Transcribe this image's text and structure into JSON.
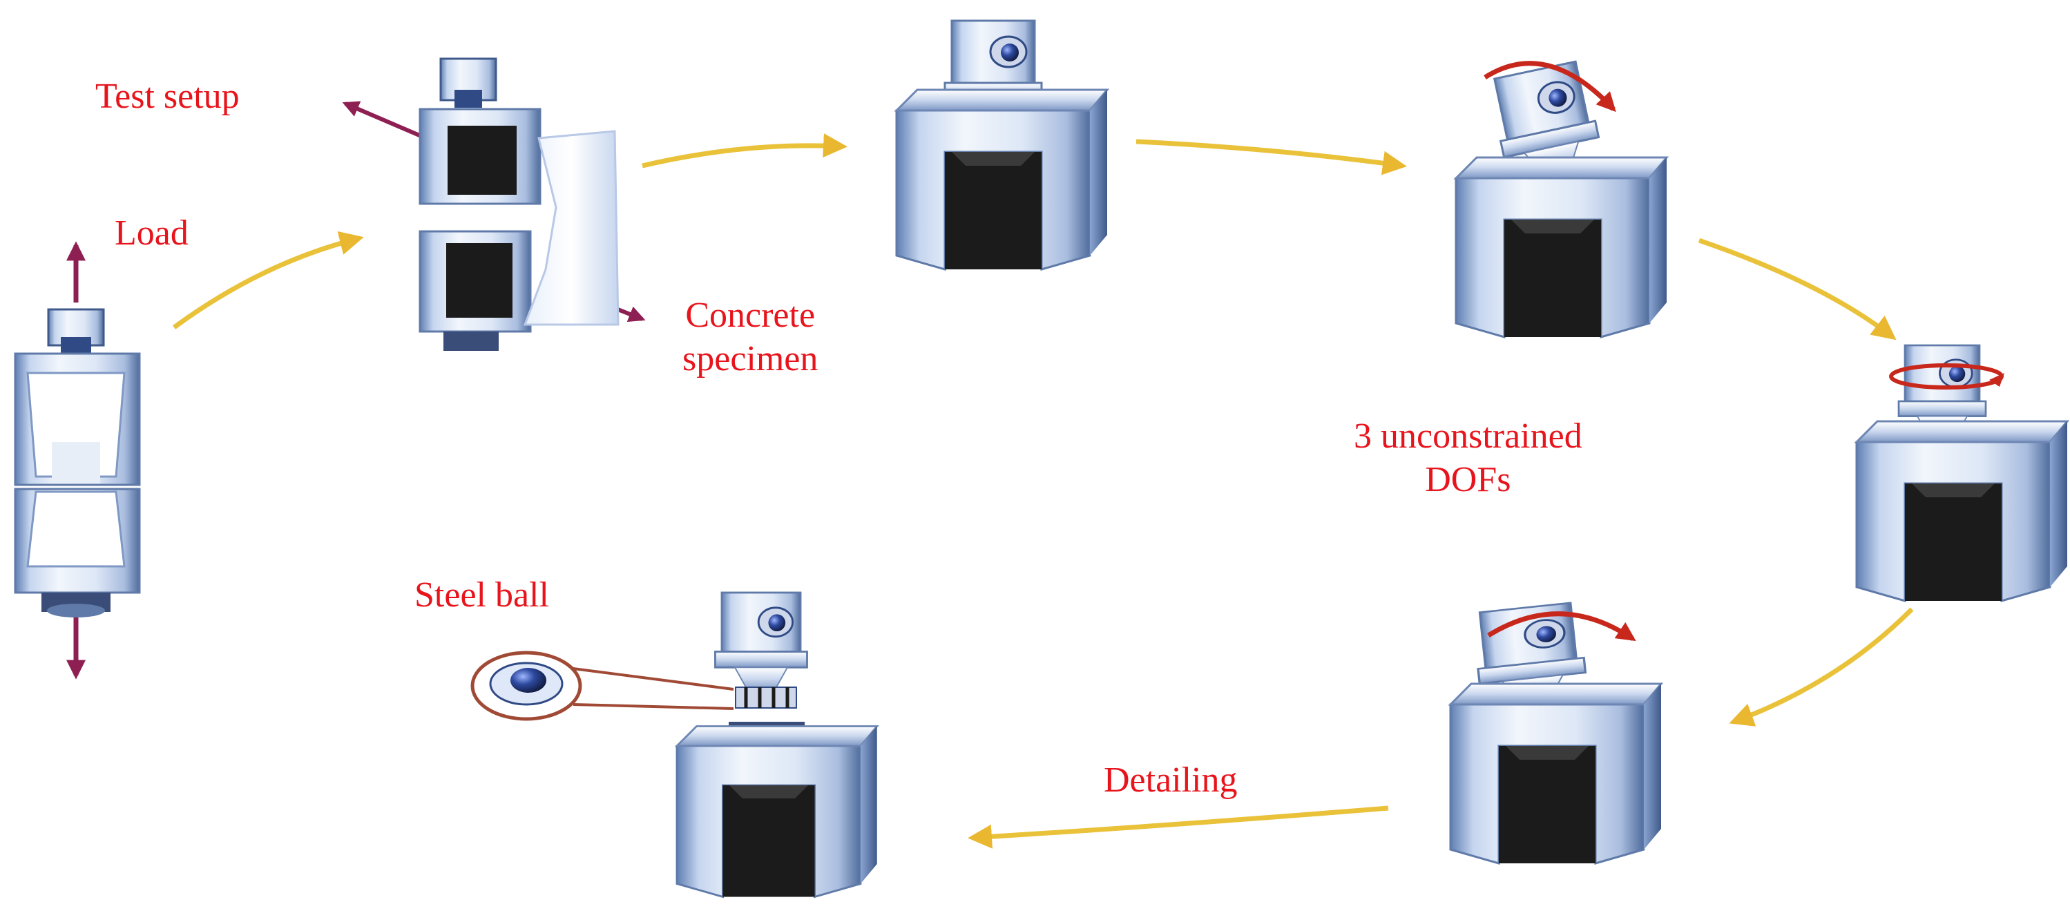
{
  "labels": {
    "test_setup": "Test setup",
    "load": "Load",
    "concrete_line1": "Concrete",
    "concrete_line2": "specimen",
    "dofs_line1": "3 unconstrained",
    "dofs_line2": "DOFs",
    "steel_ball": "Steel ball",
    "detailing": "Detailing"
  },
  "colors": {
    "label_text": "#e8141c",
    "flow_arrow": "#e9c23a",
    "load_arrow": "#8e1f52",
    "rotation_arrow": "#c8281c",
    "steel_light": "#dfe8f8",
    "steel_mid": "#9fb3d8",
    "steel_dark": "#4f6c9c",
    "opening": "#1b1b1b",
    "ball": "#2a3f86",
    "magnifier_ring": "#a04a35"
  },
  "icons": [
    "load-arrow-up-icon",
    "load-arrow-down-icon",
    "rotation-arrow-icon",
    "flow-arrow-icon",
    "magnifier-icon",
    "steel-ball-icon"
  ]
}
